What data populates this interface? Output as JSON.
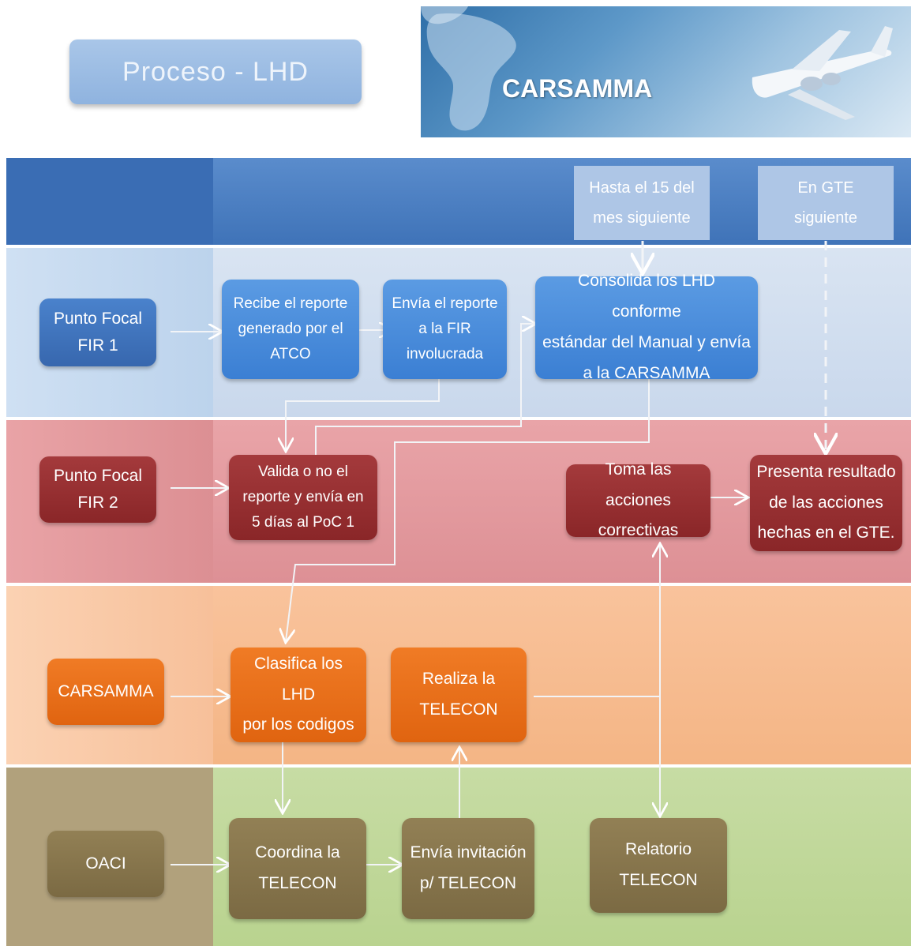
{
  "header": {
    "title": "Proceso - LHD",
    "banner_title": "CARSAMMA"
  },
  "notes": {
    "deadline": "Hasta el 15 del\nmes siguiente",
    "next_gte": "En GTE\nsiguiente"
  },
  "lanes": {
    "fir1": "Punto Focal\nFIR 1",
    "fir2": "Punto Focal\nFIR 2",
    "carsamma": "CARSAMMA",
    "oaci": "OACI"
  },
  "steps": {
    "recibe": "Recibe el  reporte\ngenerado por el\nATCO",
    "envia_fir": "Envía el reporte\na la FIR\ninvolucrada",
    "consolida": "Consolida los LHD conforme\nestándar del  Manual y envía\na la CARSAMMA",
    "valida": "Valida o no el\nreporte y envía en\n5 días al PoC 1",
    "toma": "Toma las acciones\ncorrectivas",
    "presenta": "Presenta resultado\nde las acciones\nhechas en el GTE.",
    "clasifica": "Clasifica los LHD\npor los codigos",
    "realiza": "Realiza la\nTELECON",
    "coordina": "Coordina la\nTELECON",
    "invitacion": "Envía invitación\np/ TELECON",
    "relatorio": "Relatorio\nTELECON"
  },
  "colors": {
    "fir1_node": "#3b7fd3",
    "fir2_node": "#8a2628",
    "carsamma_node": "#e06410",
    "oaci_node": "#7b6a43"
  }
}
